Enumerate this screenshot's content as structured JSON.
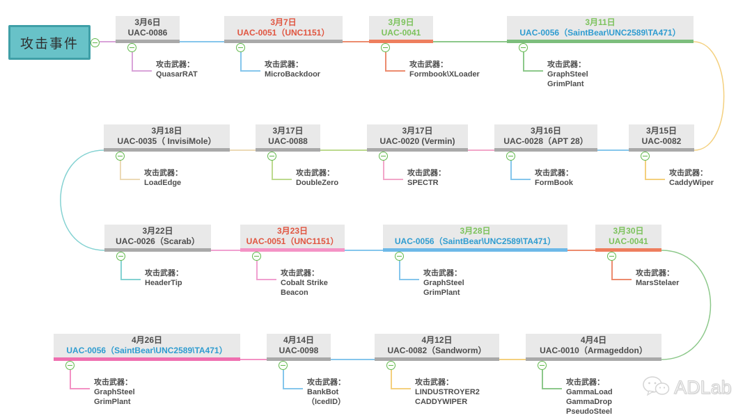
{
  "root": {
    "label": "攻击事件",
    "fill": "#68c2c8",
    "border": "#3f9fa7"
  },
  "labels": {
    "weapon_prefix": "攻击武器："
  },
  "palette": {
    "box_fill": "#e9e9e9",
    "bar_gray": "#a9a9a9",
    "text_dark": "#4d4d4d",
    "text_red": "#e05540",
    "text_green": "#7cc25c",
    "text_blue": "#2f9cd0",
    "collapse_icon_green": "#62b94e"
  },
  "watermark": {
    "text": "ADLab",
    "icon": "wechat-icon"
  },
  "events": [
    {
      "date": "3月6日",
      "code": "UAC-0086",
      "date_color": "#4d4d4d",
      "code_color": "#4d4d4d",
      "bar_color": "#a9a9a9",
      "branch_color": "#d9a3d9",
      "weapons": [
        "QuasarRAT"
      ]
    },
    {
      "date": "3月7日",
      "code": "UAC-0051（UNC1151）",
      "date_color": "#e05540",
      "code_color": "#e05540",
      "bar_color": "#a9a9a9",
      "branch_color": "#85c6ec",
      "weapons": [
        "MicroBackdoor"
      ]
    },
    {
      "date": "3月9日",
      "code": "UAC-0041",
      "date_color": "#7cc25c",
      "code_color": "#7cc25c",
      "bar_color": "#ee7e5e",
      "branch_color": "#ec8b6e",
      "weapons": [
        "Formbook\\XLoader"
      ]
    },
    {
      "date": "3月11日",
      "code": "UAC-0056（SaintBear\\UNC2589\\TA471）",
      "date_color": "#7cc25c",
      "code_color": "#2f9cd0",
      "bar_color": "#7cbe7c",
      "branch_color": "#8cc88a",
      "weapons": [
        "GraphSteel",
        "GrimPlant"
      ]
    },
    {
      "date": "3月15日",
      "code": "UAC-0082",
      "date_color": "#4d4d4d",
      "code_color": "#4d4d4d",
      "bar_color": "#a9a9a9",
      "branch_color": "#f4d07e",
      "weapons": [
        "CaddyWiper"
      ]
    },
    {
      "date": "3月16日",
      "code": "UAC-0028（APT 28）",
      "date_color": "#4d4d4d",
      "code_color": "#4d4d4d",
      "bar_color": "#a9a9a9",
      "branch_color": "#85c6ec",
      "weapons": [
        "FormBook"
      ]
    },
    {
      "date": "3月17日",
      "code": "UAC-0020 (Vermin)",
      "date_color": "#4d4d4d",
      "code_color": "#4d4d4d",
      "bar_color": "#a9a9a9",
      "branch_color": "#f2a6c9",
      "weapons": [
        "SPECTR"
      ]
    },
    {
      "date": "3月17日",
      "code": "UAC-0088",
      "date_color": "#4d4d4d",
      "code_color": "#4d4d4d",
      "bar_color": "#a9a9a9",
      "branch_color": "#bcda8e",
      "weapons": [
        "DoubleZero"
      ]
    },
    {
      "date": "3月18日",
      "code": "UAC-0035（ InvisiMole）",
      "date_color": "#4d4d4d",
      "code_color": "#4d4d4d",
      "bar_color": "#a9a9a9",
      "branch_color": "#ecdab6",
      "weapons": [
        "LoadEdge"
      ]
    },
    {
      "date": "3月22日",
      "code": "UAC-0026（Scarab）",
      "date_color": "#4d4d4d",
      "code_color": "#4d4d4d",
      "bar_color": "#a9a9a9",
      "branch_color": "#84d2d2",
      "weapons": [
        "HeaderTip"
      ]
    },
    {
      "date": "3月23日",
      "code": "UAC-0051（UNC1151）",
      "date_color": "#e05540",
      "code_color": "#e05540",
      "bar_color": "#f493c5",
      "branch_color": "#f0a0d0",
      "weapons": [
        "Cobalt Strike Beacon"
      ]
    },
    {
      "date": "3月28日",
      "code": "UAC-0056（SaintBear\\UNC2589\\TA471）",
      "date_color": "#7cc25c",
      "code_color": "#2f9cd0",
      "bar_color": "#6db9e8",
      "branch_color": "#85c6ec",
      "weapons": [
        "GraphSteel",
        "GrimPlant"
      ]
    },
    {
      "date": "3月30日",
      "code": "UAC-0041",
      "date_color": "#7cc25c",
      "code_color": "#7cc25c",
      "bar_color": "#ee7e5e",
      "branch_color": "#ec8b6e",
      "weapons": [
        "MarsStelaer"
      ]
    },
    {
      "date": "4月4日",
      "code": "UAC-0010（Armageddon）",
      "date_color": "#4d4d4d",
      "code_color": "#4d4d4d",
      "bar_color": "#a9a9a9",
      "branch_color": "#8cc88a",
      "weapons": [
        "GammaLoad",
        "GammaDrop",
        "PseudoSteel"
      ]
    },
    {
      "date": "4月12日",
      "code": "UAC-0082（Sandworm）",
      "date_color": "#4d4d4d",
      "code_color": "#4d4d4d",
      "bar_color": "#a9a9a9",
      "branch_color": "#f4d07e",
      "weapons": [
        "LINDUSTROYER2",
        "CADDYWIPER"
      ]
    },
    {
      "date": "4月14日",
      "code": "UAC-0098",
      "date_color": "#4d4d4d",
      "code_color": "#4d4d4d",
      "bar_color": "#a9a9a9",
      "branch_color": "#85c6ec",
      "weapons": [
        "BankBot",
        "（IcedID）"
      ]
    },
    {
      "date": "4月26日",
      "code": "UAC-0056（SaintBear\\UNC2589\\TA471）",
      "date_color": "#4d4d4d",
      "code_color": "#2f9cd0",
      "bar_color": "#ef6fb0",
      "branch_color": "#f391c4",
      "weapons": [
        "GraphSteel",
        "GrimPlant"
      ]
    }
  ]
}
